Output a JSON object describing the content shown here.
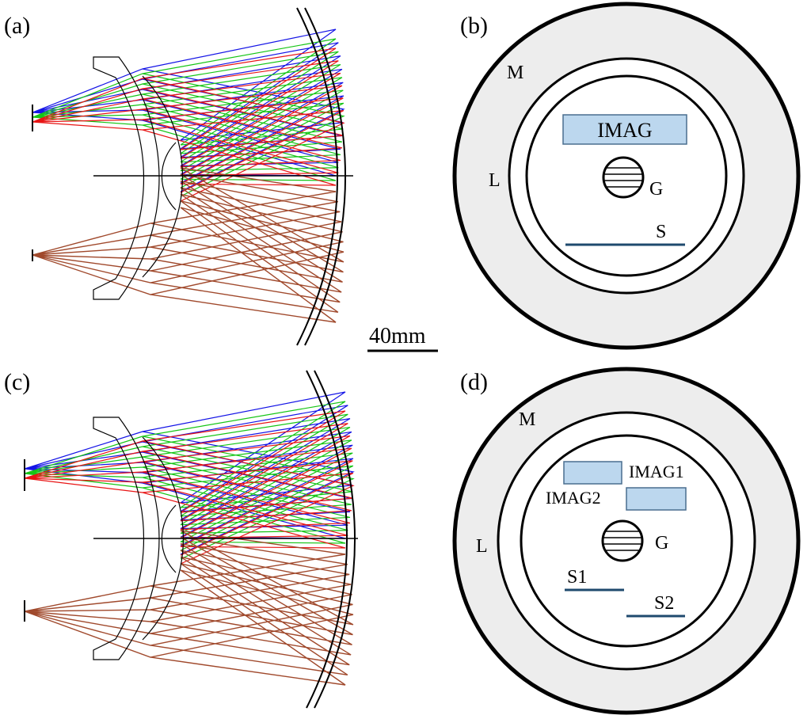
{
  "panels": {
    "a": {
      "label": "(a)"
    },
    "b": {
      "label": "(b)",
      "mirror": "M",
      "lens": "L",
      "grating": "G",
      "image": "IMAG",
      "slit": "S"
    },
    "c": {
      "label": "(c)"
    },
    "d": {
      "label": "(d)",
      "mirror": "M",
      "lens": "L",
      "grating": "G",
      "image1": "IMAG1",
      "image2": "IMAG2",
      "slit1": "S1",
      "slit2": "S2"
    }
  },
  "scale_bar": {
    "label": "40mm"
  },
  "colors": {
    "blue_rays": "#1515e6",
    "green_rays": "#16c516",
    "red_rays": "#e81414",
    "brown_rays": "#a0492c",
    "image_fill": "#bcd7ee",
    "image_stroke": "#4a6e8f",
    "slit": "#1f4a6e",
    "ring_fill": "#ededed"
  }
}
